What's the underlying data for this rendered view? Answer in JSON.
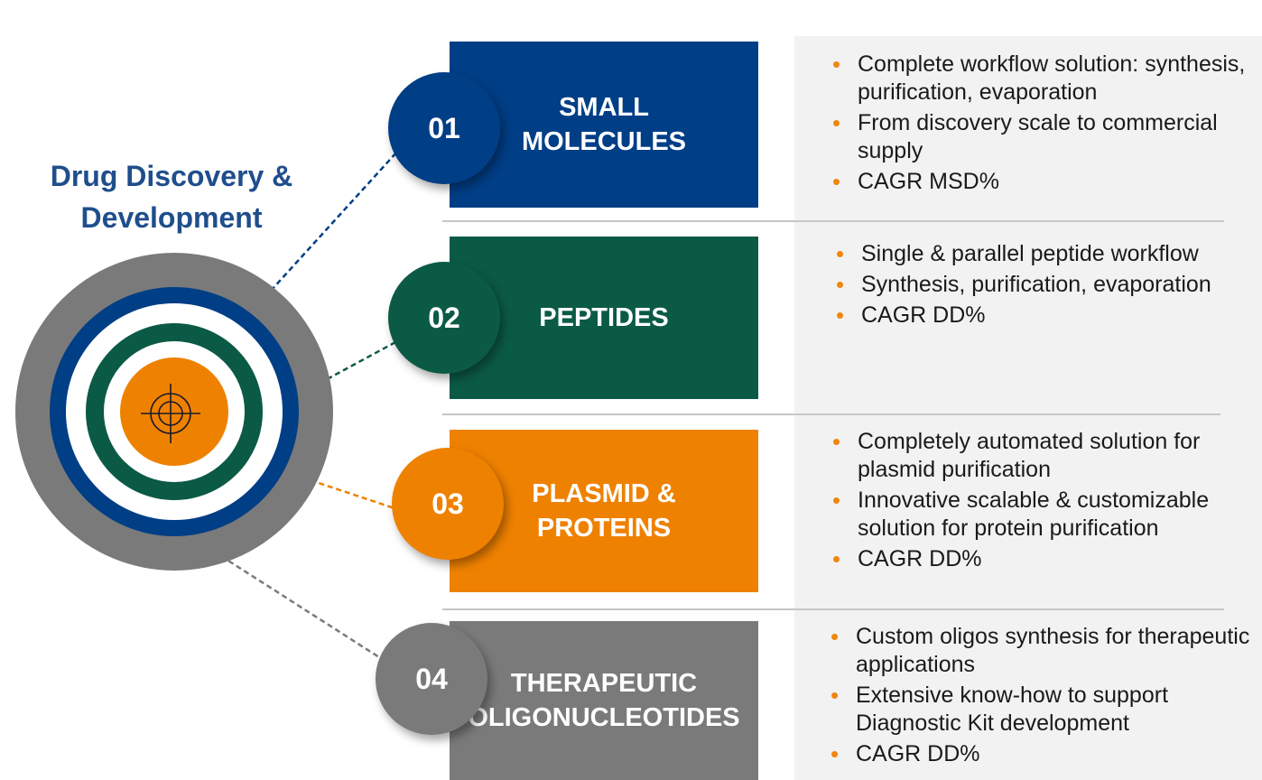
{
  "title": "Drug Discovery &\nDevelopment",
  "colors": {
    "blue": "#003e86",
    "green": "#0b5a46",
    "orange": "#ef8100",
    "gray": "#7a7a7a",
    "title": "#1f4e8c",
    "bullet": "#f0860d"
  },
  "center_icon": "crosshair-icon",
  "segments": [
    {
      "number": "01",
      "label": "SMALL\nMOLECULES",
      "color": "#003e86",
      "bullets": [
        "Complete workflow solution: synthesis, purification, evaporation",
        "From discovery scale to commercial supply",
        "CAGR MSD%"
      ]
    },
    {
      "number": "02",
      "label": "PEPTIDES",
      "color": "#0b5a46",
      "bullets": [
        "Single & parallel  peptide workflow",
        "Synthesis, purification, evaporation",
        "CAGR DD%"
      ]
    },
    {
      "number": "03",
      "label": "PLASMID &\nPROTEINS",
      "color": "#ef8100",
      "bullets": [
        "Completely automated solution for plasmid purification",
        "Innovative scalable  & customizable solution for protein purification",
        "CAGR DD%"
      ]
    },
    {
      "number": "04",
      "label": "THERAPEUTIC\nOLIGONUCLEOTIDES",
      "color": "#7a7a7a",
      "bullets": [
        "Custom oligos synthesis for therapeutic applications",
        "Extensive know-how to support Diagnostic Kit development",
        "CAGR DD%"
      ]
    }
  ]
}
